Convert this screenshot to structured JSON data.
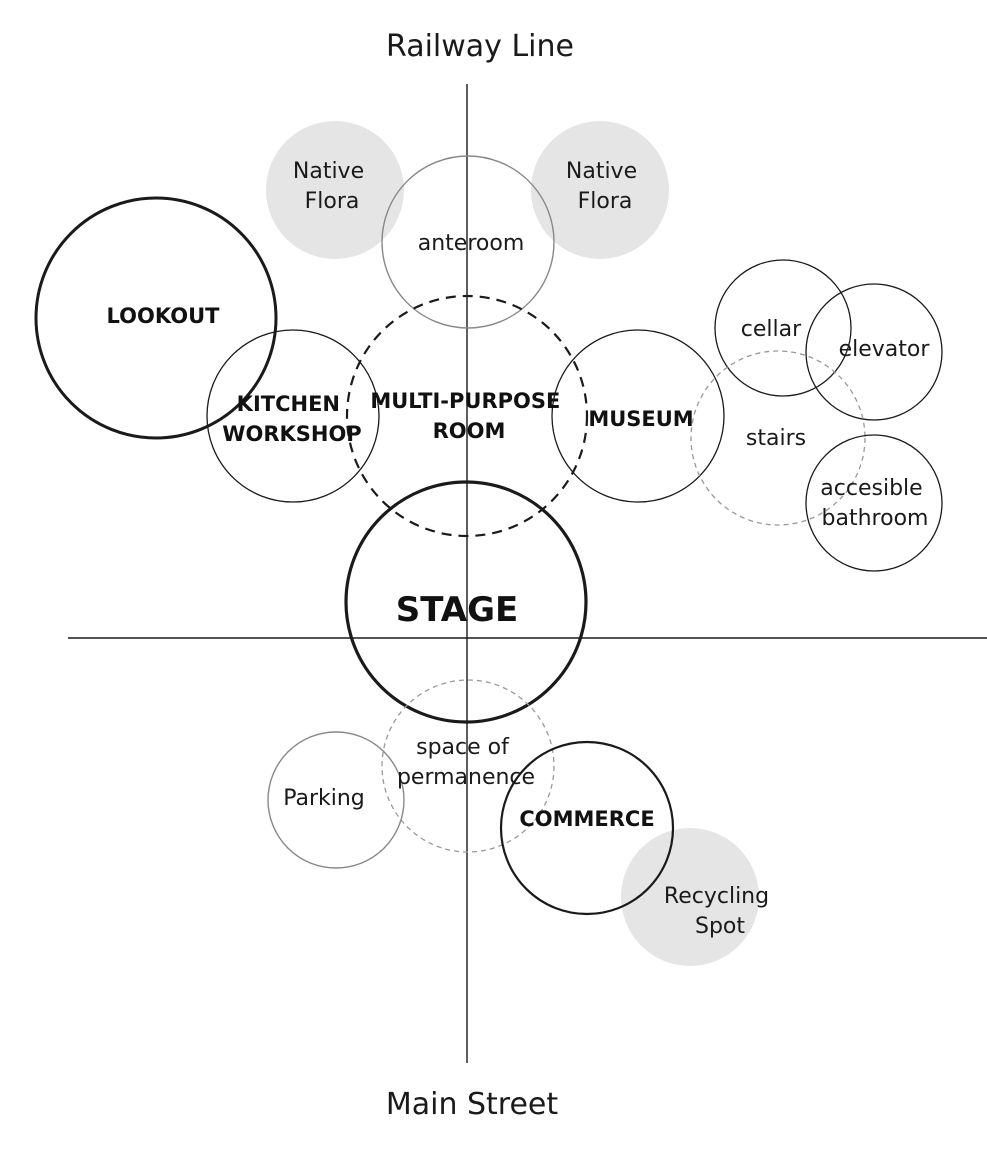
{
  "axes": {
    "top_label": "Railway Line",
    "bottom_label": "Main Street"
  },
  "colors": {
    "line": "#1a1a1a",
    "thin_line": "#888888",
    "vegetation_fill": "#e6e5e5",
    "dashed": "#999999"
  },
  "spaces": {
    "native_flora_left": [
      "Native",
      "Flora"
    ],
    "native_flora_right": [
      "Native",
      "Flora"
    ],
    "anteroom": "anteroom",
    "lookout": "LOOKOUT",
    "kitchen_workshop": [
      "KITCHEN",
      "WORKSHOP"
    ],
    "multi_purpose_room": [
      "MULTI-PURPOSE",
      "ROOM"
    ],
    "museum": "MUSEUM",
    "cellar": "cellar",
    "elevator": "elevator",
    "stairs": "stairs",
    "accessible_bathroom": [
      "accesible",
      "bathroom"
    ],
    "stage": "STAGE",
    "space_of_permanence": [
      "space of",
      "permanence"
    ],
    "parking": "Parking",
    "commerce": "COMMERCE",
    "recycling_spot": [
      "Recycling",
      "Spot"
    ]
  }
}
